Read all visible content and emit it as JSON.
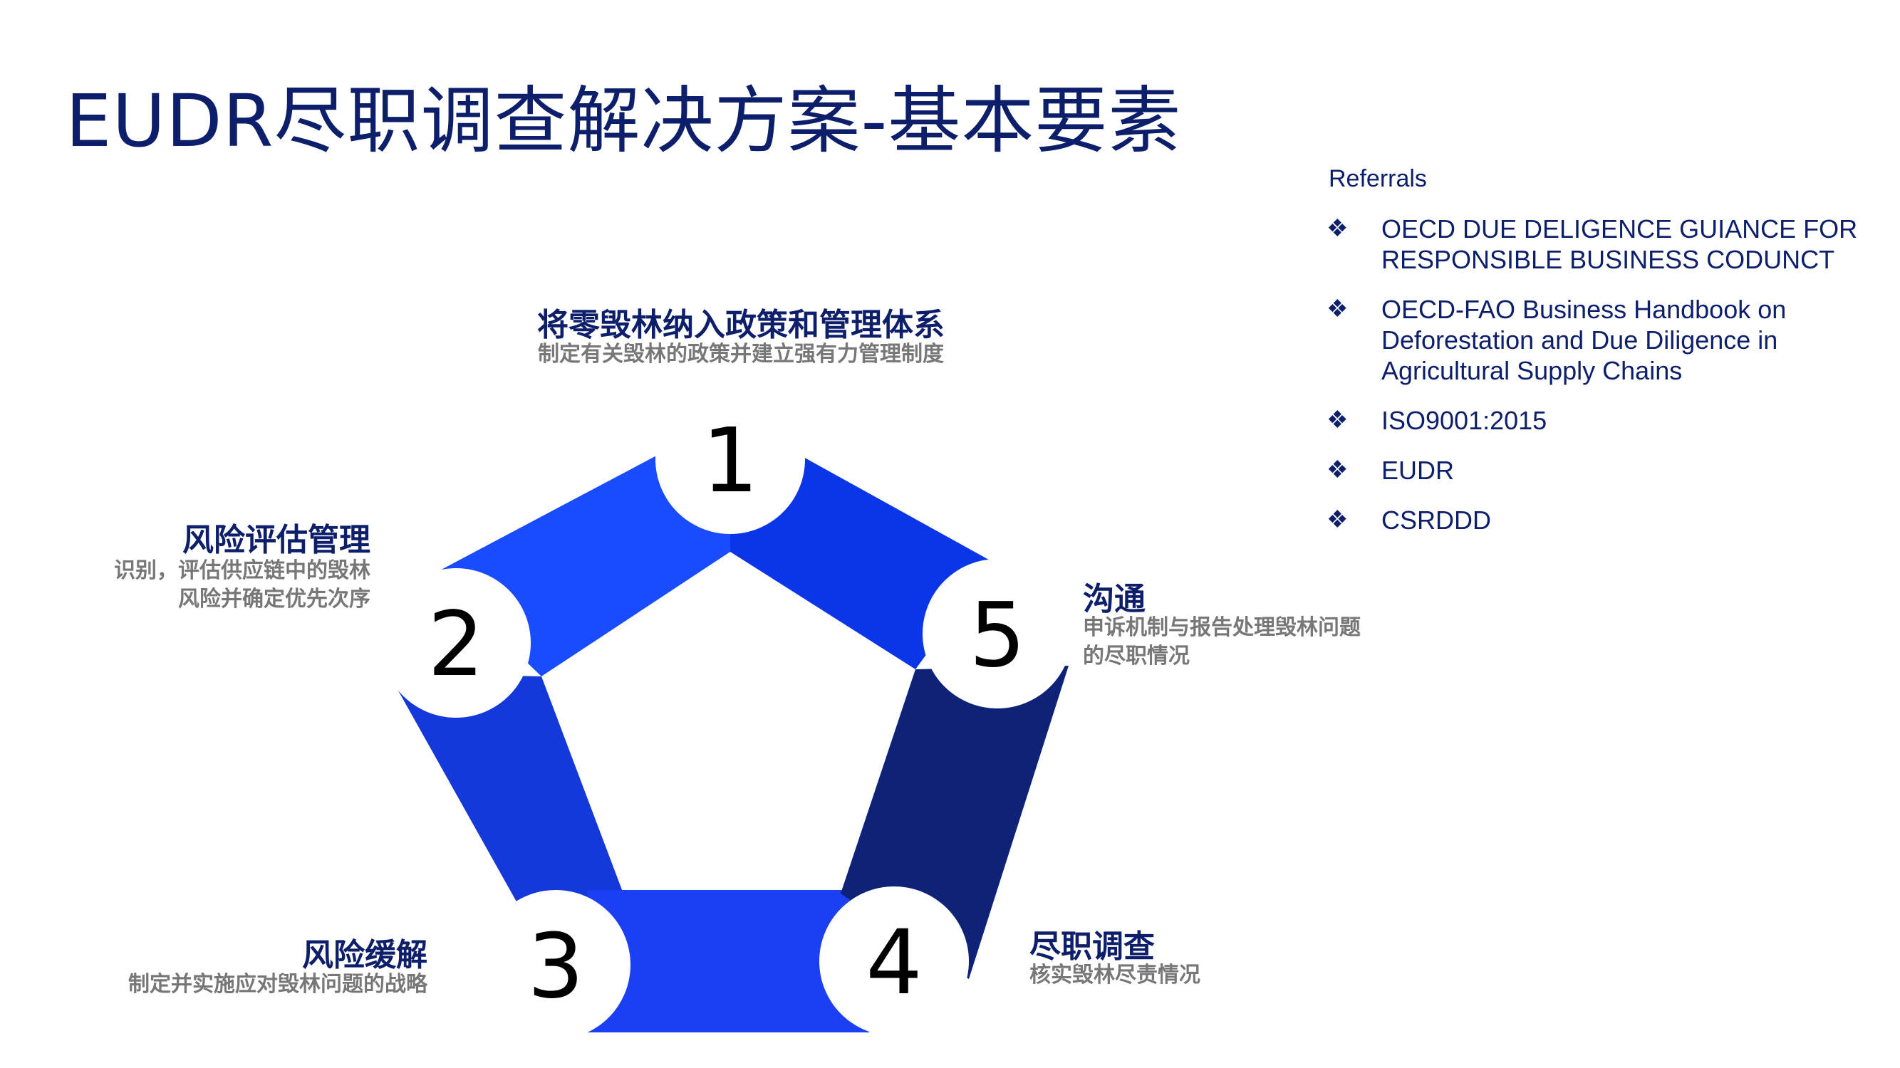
{
  "title": "EUDR尽职调查解决方案-基本要素",
  "steps": [
    {
      "number": "1",
      "title": "将零毁林纳入政策和管理体系",
      "desc": [
        "制定有关毁林的政策并建立强有力管理制度"
      ]
    },
    {
      "number": "2",
      "title": "风险评估管理",
      "desc": [
        "识别，评估供应链中的毁林",
        "风险并确定优先次序"
      ]
    },
    {
      "number": "3",
      "title": "风险缓解",
      "desc": [
        "制定并实施应对毁林问题的战略"
      ]
    },
    {
      "number": "4",
      "title": "尽职调查",
      "desc": [
        "核实毁林尽责情况"
      ]
    },
    {
      "number": "5",
      "title": "沟通",
      "desc": [
        "申诉机制与报告处理毁林问题",
        "的尽职情况"
      ]
    }
  ],
  "referrals": {
    "heading": "Referrals",
    "bullet_icon": "diamond-cluster-icon",
    "bullet_glyph": "❖",
    "items": [
      [
        "OECD DUE DELIGENCE GUIANCE FOR",
        "RESPONSIBLE BUSINESS CODUNCT"
      ],
      [
        "OECD-FAO Business Handbook on",
        "Deforestation and Due Diligence in",
        "Agricultural Supply Chains"
      ],
      [
        "ISO9001:2015"
      ],
      [
        "EUDR"
      ],
      [
        "CSRDDD"
      ]
    ]
  },
  "colors": {
    "title": "#0d1f6b",
    "segment_1": "#0a35e8",
    "segment_2": "#1a4cff",
    "segment_3": "#1438d9",
    "segment_4": "#1a3ff5",
    "segment_5": "#0e2378",
    "desc_gray": "#777777"
  }
}
